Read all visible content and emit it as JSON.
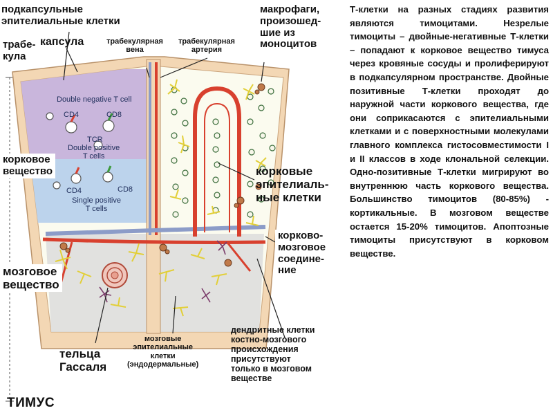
{
  "labels": {
    "subcapsular_epithelial": "подкапсульные\nэпителиальные клетки",
    "trabecula": "трабе-\nкула",
    "capsule": "капсула",
    "trabecular_vein": "трабекулярная\nвена",
    "trabecular_artery": "трабекулярная\nартерия",
    "macrophages": "макрофаги,\nпроизошед-\nшие из\nмоноцитов",
    "cortex": "корковое\nвещество",
    "cortical_epithelial": "корковые\nэпителиаль-\nные клетки",
    "corticomedullary": "корково-\nмозговое\nсоедине-\nние",
    "medulla": "мозговое\nвещество",
    "hassall": "тельца\nГассаля",
    "medullary_epithelial": "мозговые\nэпителиальные\nклетки\n(эндодермальные)",
    "dendritic": "дендритные клетки\nкостно-мозгового\nпроисхождения\nприсутствуют\nтолько в мозговом\nвеществе",
    "title": "ТИМУС"
  },
  "figure": {
    "double_negative": "Double negative T cell",
    "cd4_top": "CD4",
    "cd8_top": "CD8",
    "tcr": "TCR",
    "double_positive": "Double positive\nT cells",
    "cd4_bottom": "CD4",
    "cd8_bottom": "CD8",
    "single_positive": "Single positive\nT cells"
  },
  "paragraph": "Т-клетки на разных стадиях развития являются тимоцитами. Незрелые тимоциты – двойные-негативные Т-клетки – попадают к корковое вещество тимуса через кровяные сосуды и пролиферируют в подкапсулярном пространстве. Двойные позитивные Т-клетки проходят до наружной части коркового вещества, где они соприкасаются с эпителиальными клетками и с поверхностными молекулами главного комплекса гистосовместимости I и II классов в ходе клональной селекции. Одно-позитивные Т-клетки мигрируют во внутреннюю часть коркового вещества. Большинство тимоцитов (80-85%) - кортикальные. В мозговом веществе остается 15-20% тимоцитов. Апоптозные тимоциты присутствуют в корковом веществе.",
  "colors": {
    "capsule": "#f3d7b4",
    "cortex_background": "#fbfbef",
    "double_negative_zone": "#c9b6dc",
    "single_positive_zone": "#bcd3ec",
    "medulla": "#dcdcdc",
    "artery": "#d8402e",
    "vein": "#8c9cc8",
    "epithelial_cells": "#f0e060"
  }
}
